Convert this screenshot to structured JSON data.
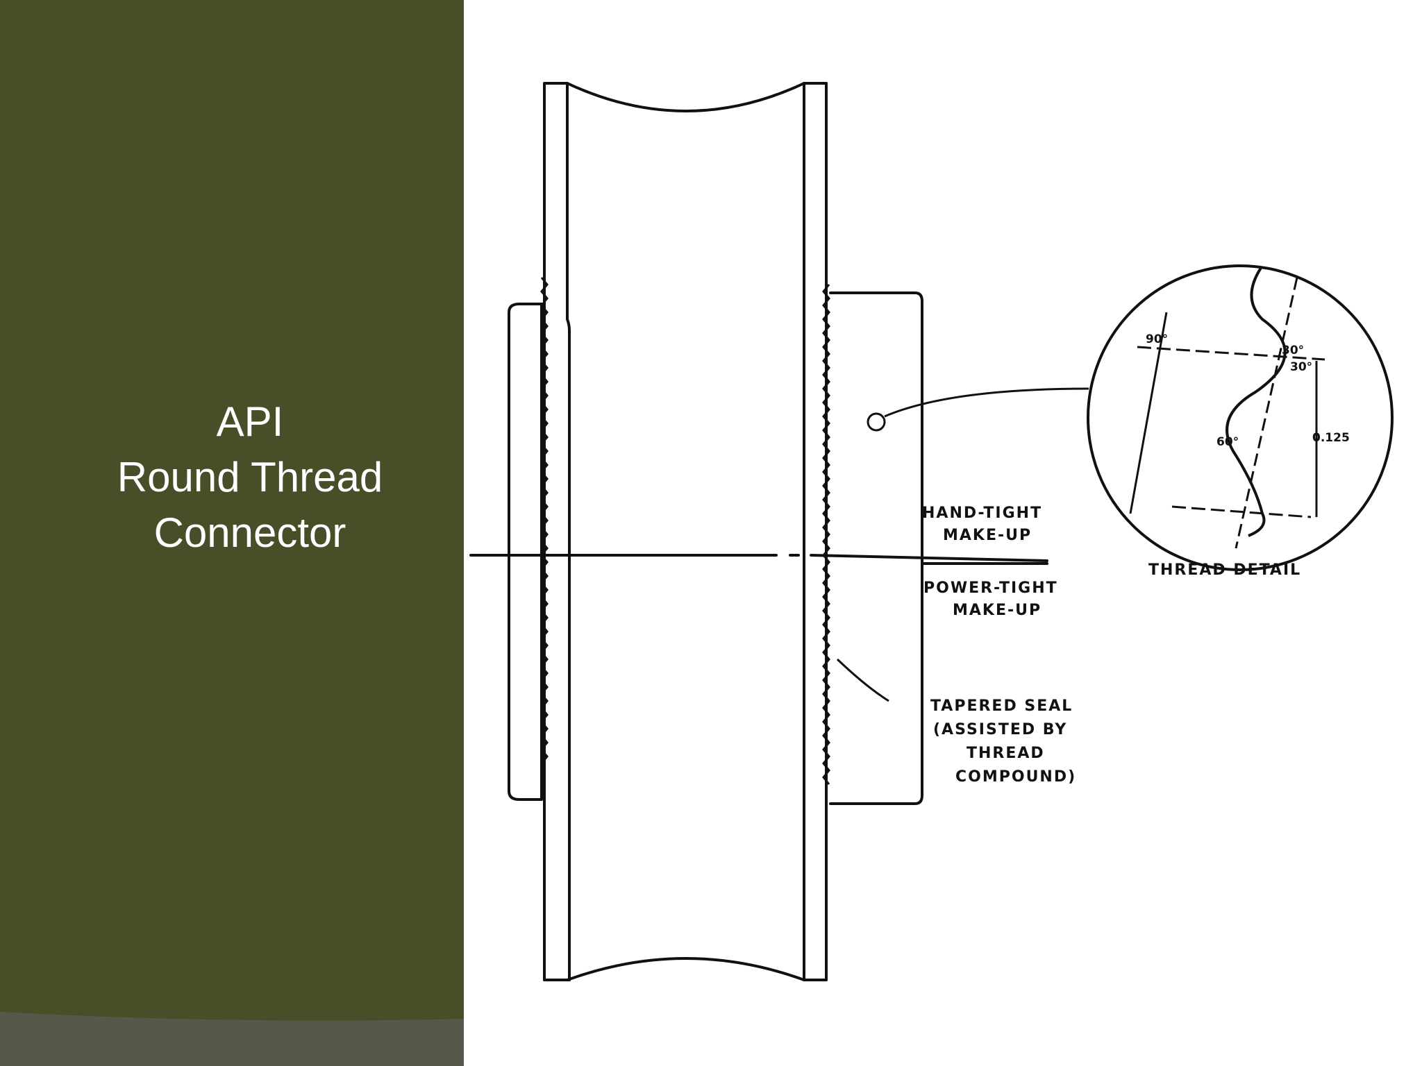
{
  "slide": {
    "title_lines": [
      "API",
      "Round Thread",
      "Connector"
    ]
  },
  "diagram": {
    "labels": {
      "hand_tight": [
        "HAND-TIGHT",
        "MAKE-UP"
      ],
      "power_tight": [
        "POWER-TIGHT",
        "MAKE-UP"
      ],
      "tapered_seal": [
        "TAPERED SEAL",
        "(ASSISTED BY",
        "THREAD",
        "COMPOUND)"
      ],
      "thread_detail": "THREAD DETAIL"
    },
    "detail": {
      "angle_90": "90°",
      "angle_30_top": "30°",
      "angle_30_bottom": "30°",
      "angle_60": "60°",
      "dimension": "0.125"
    }
  },
  "colors": {
    "panel": "#4a4e28",
    "panel_floor": "#56584a",
    "line": "#111111"
  }
}
